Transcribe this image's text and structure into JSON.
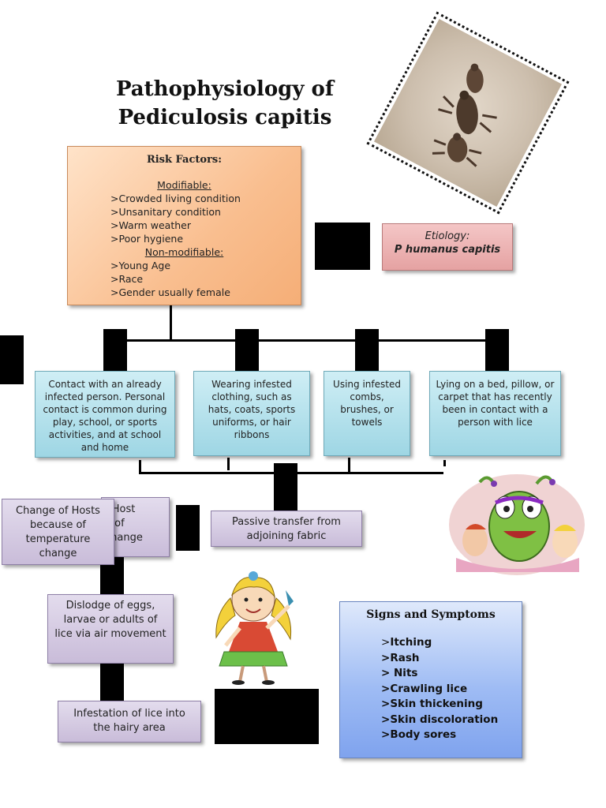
{
  "title": {
    "line1": "Pathophysiology of",
    "line2": "Pediculosis capitis"
  },
  "risk_factors": {
    "heading": "Risk Factors:",
    "modifiable_label": "Modifiable:",
    "modifiable": [
      ">Crowded living condition",
      ">Unsanitary condition",
      ">Warm weather",
      ">Poor hygiene"
    ],
    "non_modifiable_label": "Non-modifiable:",
    "non_modifiable": [
      ">Young Age",
      ">Race",
      ">Gender usually female"
    ]
  },
  "etiology": {
    "label": "Etiology:",
    "value": "P humanus capitis"
  },
  "transmission": [
    "Contact with an already infected person. Personal contact is common during play, school, or sports activities, and at school and home",
    "Wearing infested clothing, such as hats, coats, sports uniforms, or hair ribbons",
    "Using infested combs, brushes, or towels",
    "Lying on a bed, pillow, or carpet that has recently been in contact with a person with lice"
  ],
  "change_hosts": "Change of Hosts because of temperature change",
  "change_hosts_behind": {
    "line1": "f Host",
    "line2": "e of",
    "line3": " change"
  },
  "passive_transfer": "Passive transfer from adjoining fabric",
  "dislodge": "Dislodge of eggs, larvae or adults of lice via air movement",
  "infestation": "Infestation of lice into the hairy area",
  "signs": {
    "heading": "Signs and Symptoms",
    "items": [
      "Itching",
      "Rash",
      " Nits",
      "Crawling lice",
      "Skin thickening",
      "Skin discoloration",
      "Body sores"
    ]
  }
}
